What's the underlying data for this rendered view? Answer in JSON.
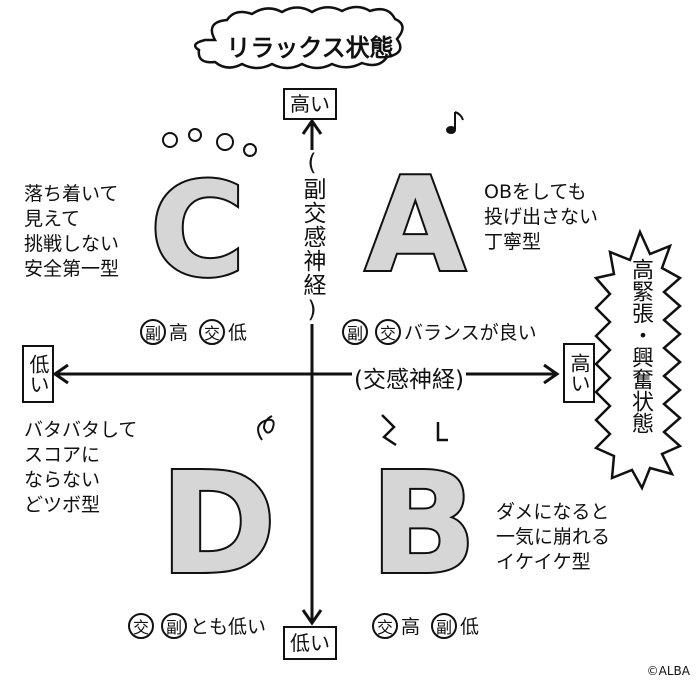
{
  "title": "リラックス状態",
  "vertical_axis": {
    "label": "(副交感神経)",
    "high": "高い",
    "low": "低い"
  },
  "horizontal_axis": {
    "label": "(交感神経)",
    "high": "高い",
    "low": "低い"
  },
  "right_label": "高緊張・興奮状態",
  "quadrants": {
    "C": {
      "letter": "C",
      "desc": "落ち着いて\n見えて\n挑戦しない\n安全第一型",
      "c1": "副",
      "t1": "高",
      "c2": "交",
      "t2": "低"
    },
    "A": {
      "letter": "A",
      "desc": "OBをしても\n投げ出さない\n丁寧型",
      "c1": "副",
      "c2": "交",
      "t2": "バランスが良い"
    },
    "D": {
      "letter": "D",
      "desc": "バタバタして\nスコアに\nならない\nどツボ型",
      "c1": "交",
      "c2": "副",
      "t2": "とも低い"
    },
    "B": {
      "letter": "B",
      "desc": "ダメになると\n一気に崩れる\nイケイケ型",
      "c1": "交",
      "t1": "高",
      "c2": "副",
      "t2": "低"
    }
  },
  "copyright": "©ALBA"
}
